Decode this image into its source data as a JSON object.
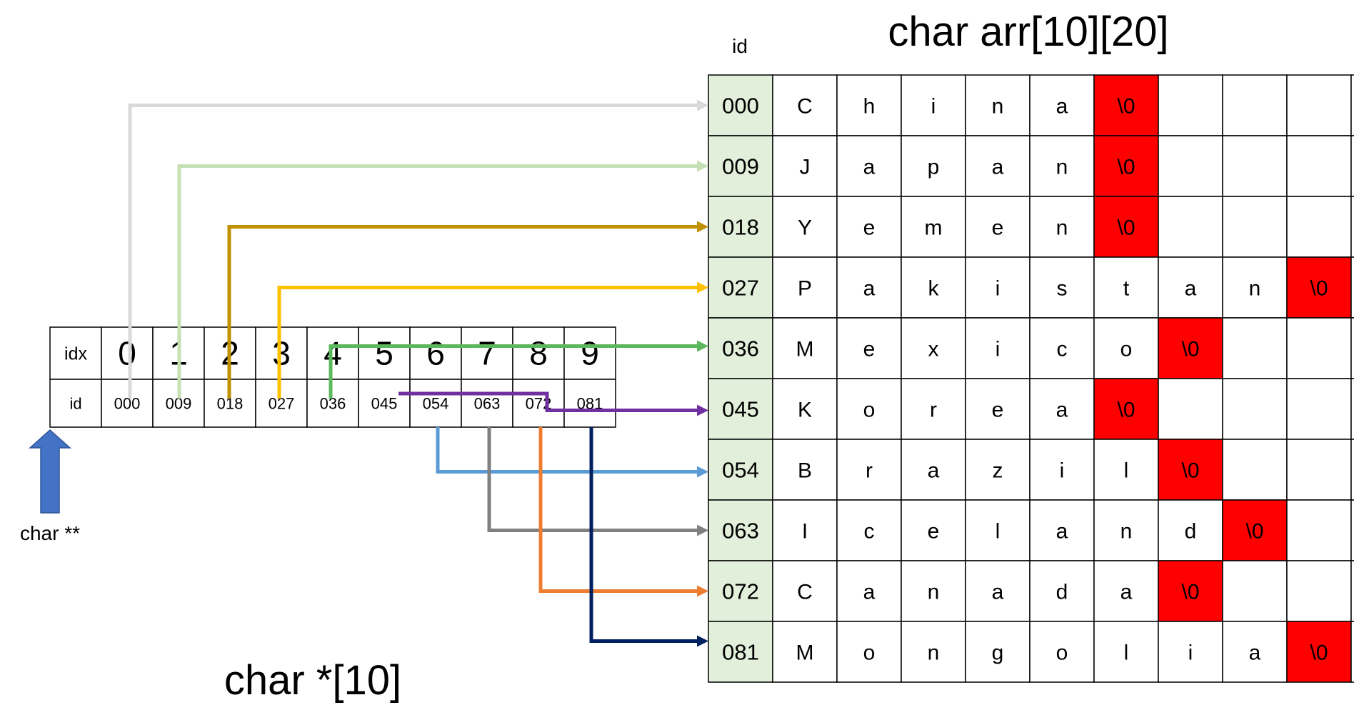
{
  "titles": {
    "array_title": "char arr[10][20]",
    "pointer_array_title": "char *[10]",
    "double_pointer_label": "char **",
    "id_column_header": "id"
  },
  "pointer_table": {
    "idx_header": "idx",
    "id_header": "id",
    "indices": [
      "0",
      "1",
      "2",
      "3",
      "4",
      "5",
      "6",
      "7",
      "8",
      "9"
    ],
    "ids": [
      "000",
      "009",
      "018",
      "027",
      "036",
      "045",
      "054",
      "063",
      "072",
      "081"
    ]
  },
  "array_rows": [
    {
      "id": "000",
      "chars": [
        "C",
        "h",
        "i",
        "n",
        "a",
        "\\0",
        "",
        "",
        "",
        ""
      ]
    },
    {
      "id": "009",
      "chars": [
        "J",
        "a",
        "p",
        "a",
        "n",
        "\\0",
        "",
        "",
        "",
        ""
      ]
    },
    {
      "id": "018",
      "chars": [
        "Y",
        "e",
        "m",
        "e",
        "n",
        "\\0",
        "",
        "",
        "",
        ""
      ]
    },
    {
      "id": "027",
      "chars": [
        "P",
        "a",
        "k",
        "i",
        "s",
        "t",
        "a",
        "n",
        "\\0",
        ""
      ]
    },
    {
      "id": "036",
      "chars": [
        "M",
        "e",
        "x",
        "i",
        "c",
        "o",
        "\\0",
        "",
        "",
        ""
      ]
    },
    {
      "id": "045",
      "chars": [
        "K",
        "o",
        "r",
        "e",
        "a",
        "\\0",
        "",
        "",
        "",
        ""
      ]
    },
    {
      "id": "054",
      "chars": [
        "B",
        "r",
        "a",
        "z",
        "i",
        "l",
        "\\0",
        "",
        "",
        ""
      ]
    },
    {
      "id": "063",
      "chars": [
        "I",
        "c",
        "e",
        "l",
        "a",
        "n",
        "d",
        "\\0",
        "",
        ""
      ]
    },
    {
      "id": "072",
      "chars": [
        "C",
        "a",
        "n",
        "a",
        "d",
        "a",
        "\\0",
        "",
        "",
        ""
      ]
    },
    {
      "id": "081",
      "chars": [
        "M",
        "o",
        "n",
        "g",
        "o",
        "l",
        "i",
        "a",
        "\\0",
        ""
      ]
    }
  ],
  "colors": {
    "terminator_fill": "#ff0000",
    "id_column_fill": "#e2efda",
    "up_arrow_fill": "#4472c4",
    "pointer_arrows": [
      "#d9d9d9",
      "#c5e0b4",
      "#bf9000",
      "#ffc000",
      "#5cb85c",
      "#7030a0",
      "#5b9bd5",
      "#808080",
      "#ed7d31",
      "#002060"
    ]
  }
}
